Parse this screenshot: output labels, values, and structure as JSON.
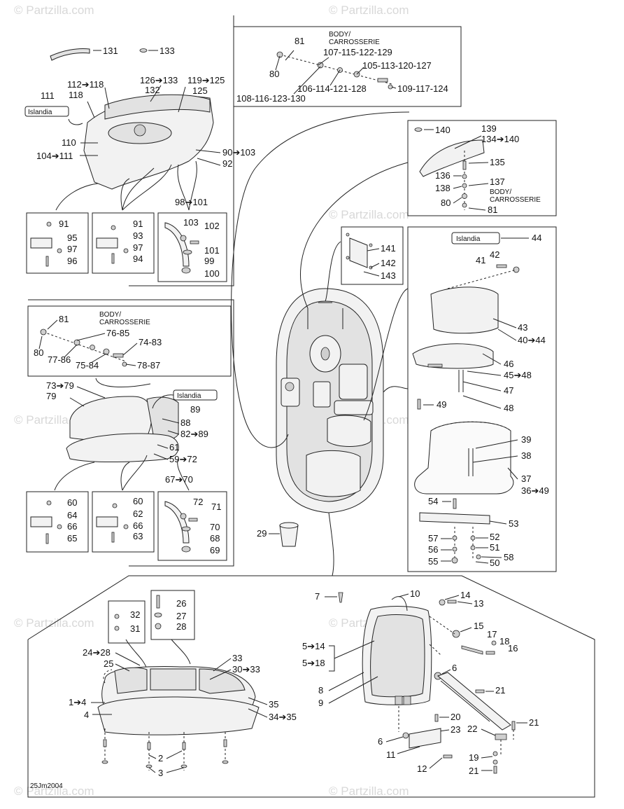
{
  "watermarks": [
    "© Partzilla.com",
    "© Partzilla.com",
    "© Partzilla.com",
    "© Partzilla.com",
    "© Partzilla.com",
    "© Partzilla.com",
    "© Partzilla.com",
    "© Partzilla.com",
    "© Partzilla.com"
  ],
  "brand_logo": "Islandia",
  "body_label": [
    "BODY/",
    "CARROSSERIE"
  ],
  "footer_code": "25Jm2004",
  "colors": {
    "ink": "#222222",
    "fill": "#f2f2f2",
    "shade": "#e2e2e2",
    "watermark": "#d8d8d8"
  },
  "labels": {
    "l131": "131",
    "l133": "133",
    "l112_118": "112➔118",
    "l126_133": "126➔133",
    "l119_125": "119➔125",
    "l111": "111",
    "l118": "118",
    "l132": "132",
    "l125": "125",
    "l110": "110",
    "l104_111": "104➔111",
    "l90_103": "90➔103",
    "l92": "92",
    "l98_101": "98➔101",
    "l91a": "91",
    "l95": "95",
    "l97a": "97",
    "l96": "96",
    "l91b": "91",
    "l93": "93",
    "l97b": "97",
    "l94": "94",
    "l103": "103",
    "l102": "102",
    "l101": "101",
    "l99": "99",
    "l100": "100",
    "t81": "81",
    "t80": "80",
    "t107": "107-115-122-129",
    "t105": "105-113-120-127",
    "t106": "106-114-121-128",
    "t109": "109-117-124",
    "t108": "108-116-123-130",
    "r140": "140",
    "r139": "139",
    "r134_140": "134➔140",
    "r135": "135",
    "r136": "136",
    "r137": "137",
    "r138": "138",
    "r80": "80",
    "r81": "81",
    "r141": "141",
    "r142": "142",
    "r143": "143",
    "r44": "44",
    "r42": "42",
    "r41": "41",
    "r43": "43",
    "r40_44": "40➔44",
    "r46": "46",
    "r45_48": "45➔48",
    "r47": "47",
    "r48": "48",
    "r49": "49",
    "r39": "39",
    "r38": "38",
    "r37": "37",
    "r36_49": "36➔49",
    "r54": "54",
    "r53": "53",
    "r57": "57",
    "r52": "52",
    "r51": "51",
    "r56": "56",
    "r55": "55",
    "r50": "50",
    "r58": "58",
    "m81": "81",
    "m76_85": "76-85",
    "m80": "80",
    "m74_83": "74-83",
    "m77_86": "77-86",
    "m75_84": "75-84",
    "m78_87": "78-87",
    "m73_79": "73➔79",
    "m79": "79",
    "m89": "89",
    "m88": "88",
    "m82_89": "82➔89",
    "m61": "61",
    "m59_72": "59➔72",
    "m67_70": "67➔70",
    "m60a": "60",
    "m64": "64",
    "m66a": "66",
    "m65": "65",
    "m60b": "60",
    "m62": "62",
    "m66b": "66",
    "m63": "63",
    "m72": "72",
    "m71": "71",
    "m70": "70",
    "m68": "68",
    "m69": "69",
    "c29": "29",
    "b32": "32",
    "b31": "31",
    "b26": "26",
    "b27": "27",
    "b28": "28",
    "b24_28": "24➔28",
    "b25": "25",
    "b33": "33",
    "b30_33": "30➔33",
    "b1_4": "1➔4",
    "b4": "4",
    "b35": "35",
    "b34_35": "34➔35",
    "b2": "2",
    "b3": "3",
    "d7": "7",
    "d10": "10",
    "d14": "14",
    "d13": "13",
    "d15": "15",
    "d17": "17",
    "d18": "18",
    "d16": "16",
    "d5_14": "5➔14",
    "d5_18": "5➔18",
    "d6a": "6",
    "d8": "8",
    "d9": "9",
    "d21a": "21",
    "d20": "20",
    "d23": "23",
    "d22": "22",
    "d21b": "21",
    "d6b": "6",
    "d11": "11",
    "d19": "19",
    "d12": "12",
    "d21c": "21"
  }
}
